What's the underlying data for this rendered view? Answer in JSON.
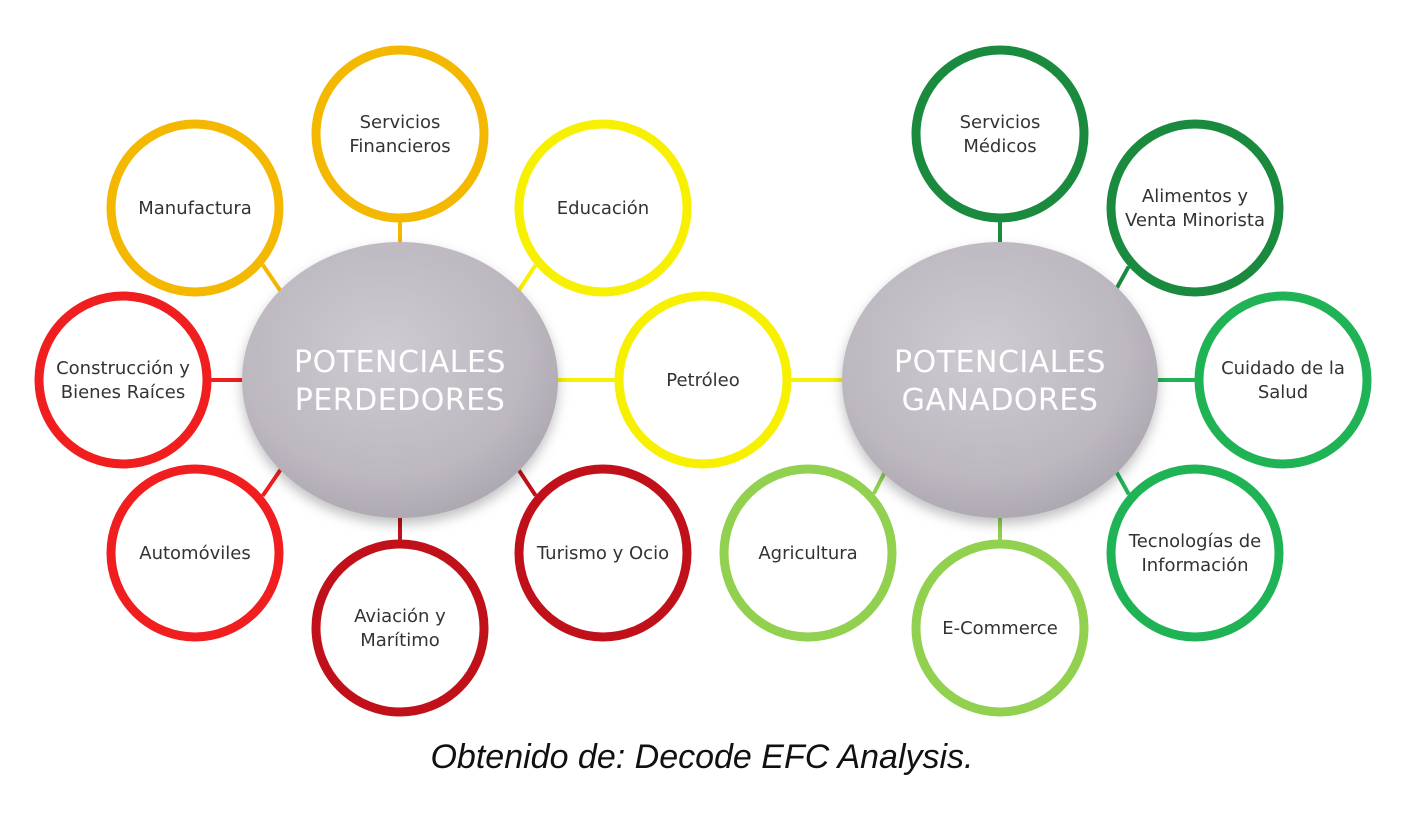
{
  "hubs": {
    "left": {
      "lines": [
        "POTENCIALES",
        "PERDEDORES"
      ]
    },
    "right": {
      "lines": [
        "POTENCIALES",
        "GANADORES"
      ]
    }
  },
  "left_nodes": [
    {
      "id": "servicios-financieros",
      "lines": [
        "Servicios",
        "Financieros"
      ],
      "color": "#f5b800"
    },
    {
      "id": "manufactura",
      "lines": [
        "Manufactura"
      ],
      "color": "#f5b800"
    },
    {
      "id": "educacion",
      "lines": [
        "Educación"
      ],
      "color": "#f7f000"
    },
    {
      "id": "petroleo",
      "lines": [
        "Petróleo"
      ],
      "color": "#f7f000"
    },
    {
      "id": "construccion",
      "lines": [
        "Construcción y",
        "Bienes Raíces"
      ],
      "color": "#f01e1e"
    },
    {
      "id": "automoviles",
      "lines": [
        "Automóviles"
      ],
      "color": "#f01e1e"
    },
    {
      "id": "aviacion",
      "lines": [
        "Aviación y",
        "Marítimo"
      ],
      "color": "#c0111a"
    },
    {
      "id": "turismo",
      "lines": [
        "Turismo y Ocio"
      ],
      "color": "#c0111a"
    }
  ],
  "right_nodes": [
    {
      "id": "servicios-medicos",
      "lines": [
        "Servicios",
        "Médicos"
      ],
      "color": "#1a8a3e"
    },
    {
      "id": "alimentos",
      "lines": [
        "Alimentos y",
        "Venta Minorista"
      ],
      "color": "#1a8a3e"
    },
    {
      "id": "cuidado-salud",
      "lines": [
        "Cuidado de la",
        "Salud"
      ],
      "color": "#1fb356"
    },
    {
      "id": "tecnologias",
      "lines": [
        "Tecnologías de",
        "Información"
      ],
      "color": "#1fb356"
    },
    {
      "id": "e-commerce",
      "lines": [
        "E-Commerce"
      ],
      "color": "#92d050"
    },
    {
      "id": "agricultura",
      "lines": [
        "Agricultura"
      ],
      "color": "#92d050"
    }
  ],
  "caption": "Obtenido de: Decode EFC Analysis."
}
